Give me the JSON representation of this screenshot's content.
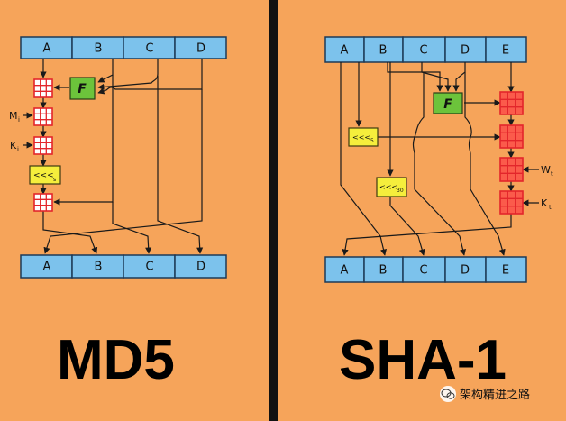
{
  "md5": {
    "title": "MD5",
    "top_registers": [
      "A",
      "B",
      "C",
      "D"
    ],
    "bottom_registers": [
      "A",
      "B",
      "C",
      "D"
    ],
    "f_label": "F",
    "m_label": "M",
    "m_sub": "i",
    "k_label": "K",
    "k_sub": "i",
    "rot_label": "<<<",
    "rot_sub": "s"
  },
  "sha1": {
    "title": "SHA-1",
    "top_registers": [
      "A",
      "B",
      "C",
      "D",
      "E"
    ],
    "bottom_registers": [
      "A",
      "B",
      "C",
      "D",
      "E"
    ],
    "f_label": "F",
    "w_label": "W",
    "w_sub": "t",
    "k_label": "K",
    "k_sub": "t",
    "rot5_label": "<<<",
    "rot5_sub": "5",
    "rot30_label": "<<<",
    "rot30_sub": "30"
  },
  "divider_color": "#111111",
  "background_color": "#f6a45a",
  "watermark": {
    "icon": "wechat-icon",
    "text": "架构精进之路"
  }
}
